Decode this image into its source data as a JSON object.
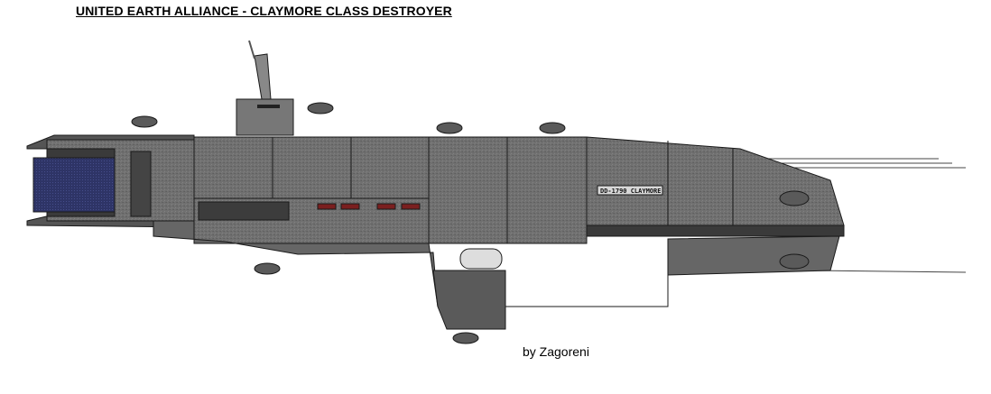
{
  "header": {
    "title": "UNITED EARTH ALLIANCE - CLAYMORE CLASS DESTROYER"
  },
  "ship": {
    "hull_marking": "DD-1790 CLAYMORE"
  },
  "footer": {
    "credit": "by Zagoreni"
  },
  "colors": {
    "hull_main": "#6e6e6e",
    "hull_dark": "#3c3c3c",
    "hull_light": "#8a8a8a",
    "engine_blue": "#2a2f5c",
    "outline": "#1a1a1a",
    "accent_red": "#7a1f1f"
  }
}
